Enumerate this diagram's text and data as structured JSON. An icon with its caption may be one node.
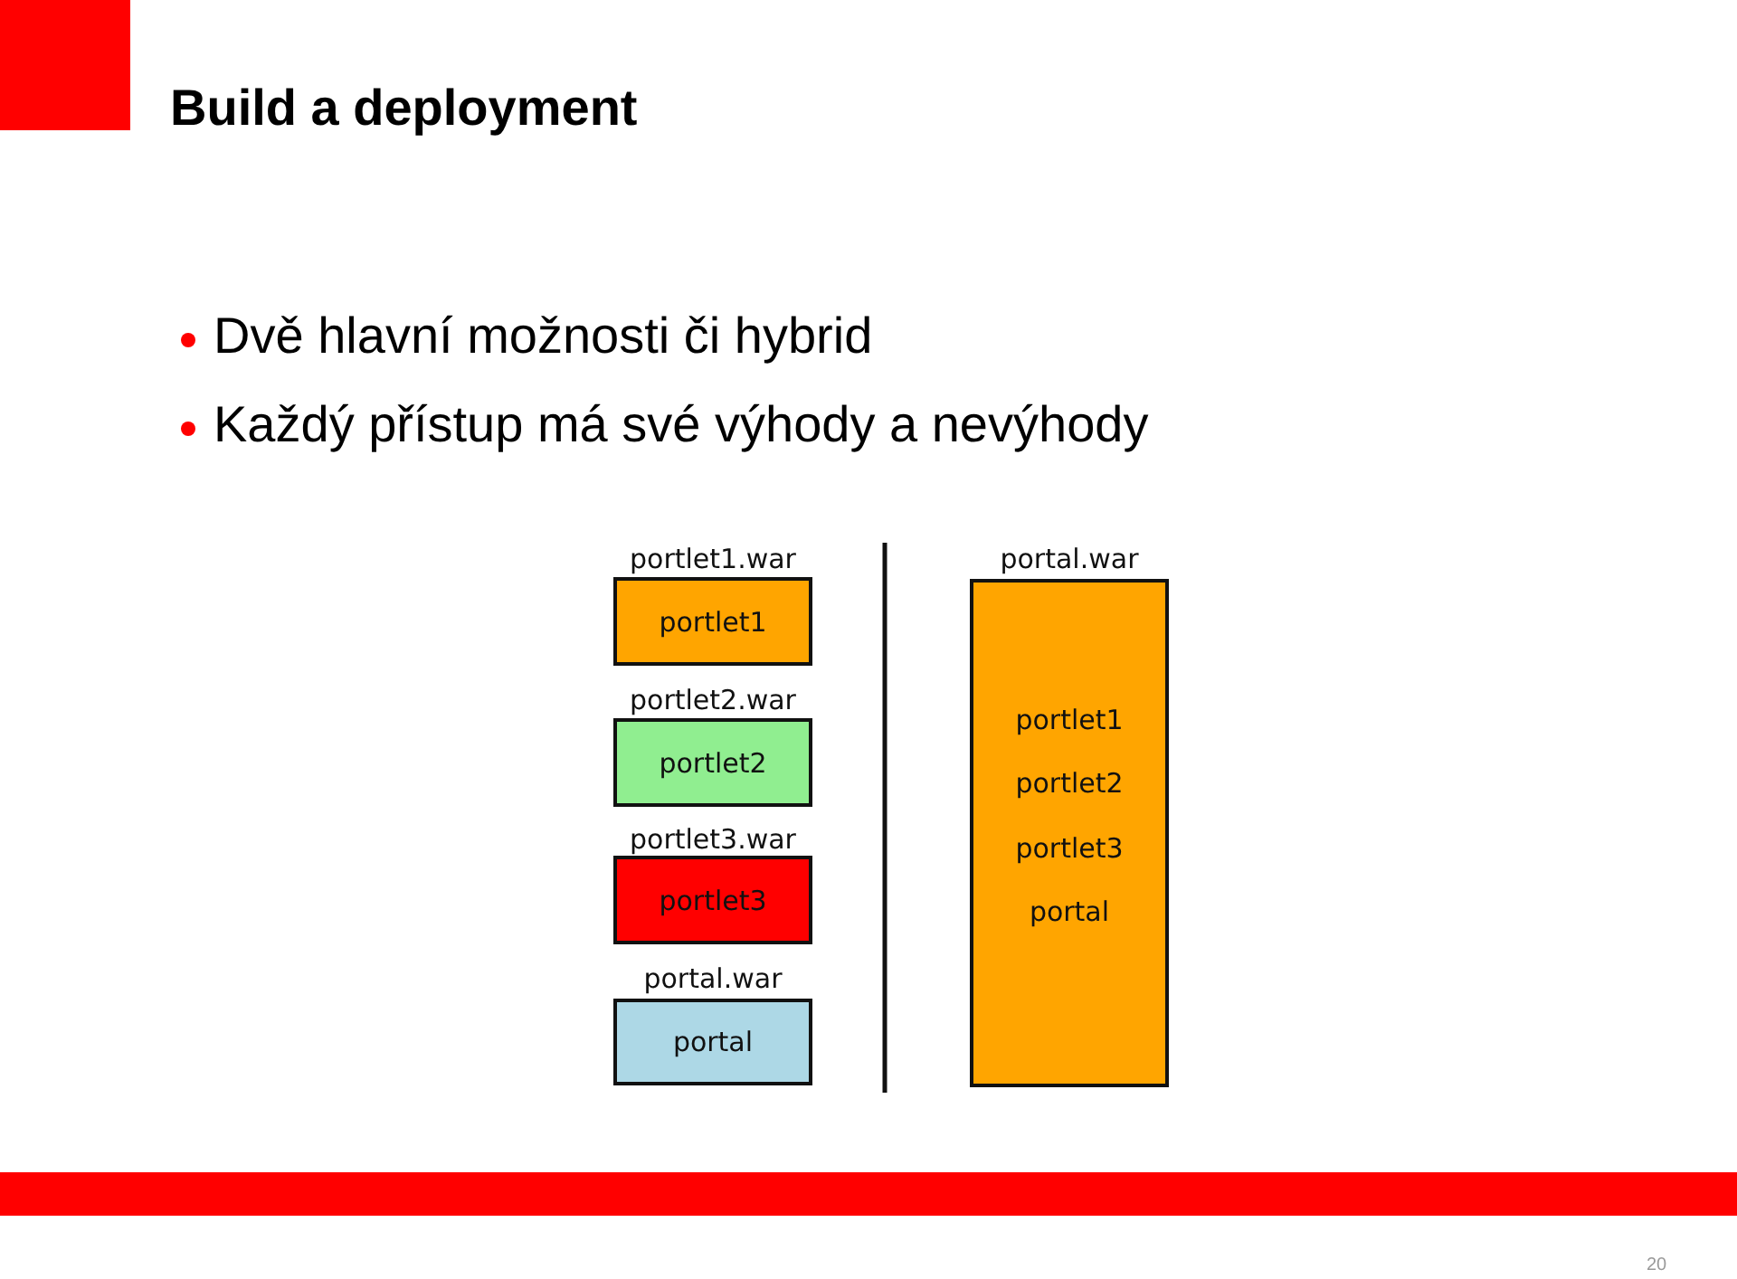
{
  "diagram": {
    "title": "Build a deployment",
    "nodes": [
      {
        "text": [
          "portlet1.war",
          "portlet1"
        ]
      },
      {
        "text": [
          "portlet2.war",
          "portlet2"
        ]
      },
      {
        "text": [
          "portlet3.war",
          "portlet3"
        ]
      },
      {
        "text": [
          "portal.war",
          "portal"
        ]
      },
      {
        "text": [
          "portal.war",
          "portlet1",
          "portlet2",
          "portlet3",
          "portal"
        ]
      }
    ],
    "labels": [
      "Dvě hlavní možnosti či hybrid",
      "Každý přístup má své výhody a nevýhody",
      "20"
    ]
  }
}
